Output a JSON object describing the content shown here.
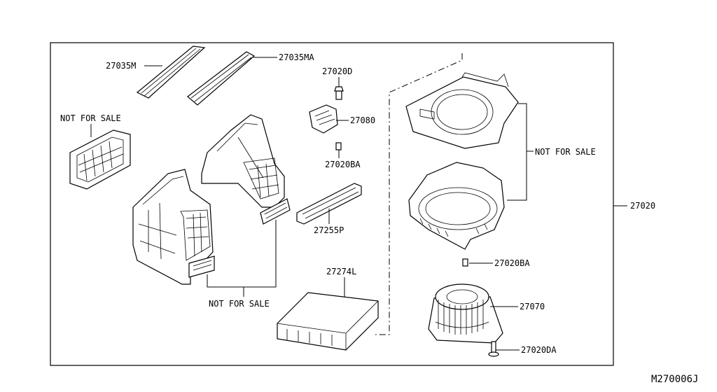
{
  "diagram": {
    "code": "M270006J",
    "callouts": {
      "p27035M": "27035M",
      "p27035MA": "27035MA",
      "p27020D": "27020D",
      "p27080": "27080",
      "p27020BA_upper": "27020BA",
      "p27255P": "27255P",
      "p27274L": "27274L",
      "p27020": "27020",
      "p27020BA_lower": "27020BA",
      "p27070": "27070",
      "p27020DA": "27020DA",
      "nfs_left": "NOT FOR SALE",
      "nfs_right": "NOT FOR SALE",
      "nfs_bottom": "NOT FOR SALE"
    }
  }
}
